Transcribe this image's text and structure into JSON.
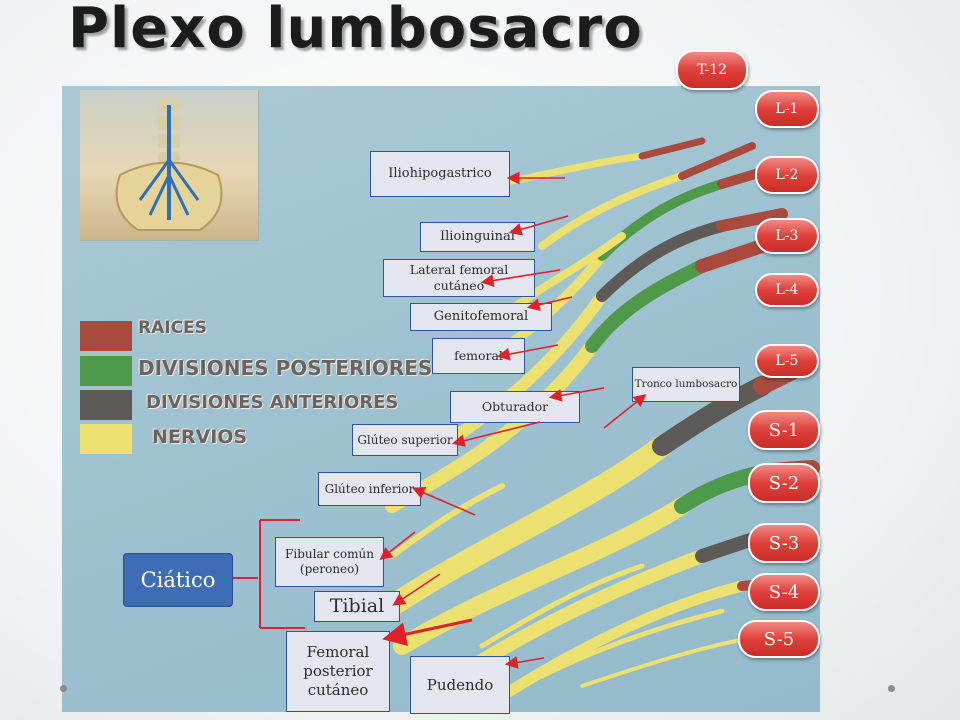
{
  "title": "Plexo lumbosacro",
  "legend": [
    {
      "label": "RAICES",
      "color": "#a84a3e"
    },
    {
      "label": "DIVISIONES POSTERIORES",
      "color": "#4f9a4a"
    },
    {
      "label": "DIVISIONES ANTERIORES",
      "color": "#5d5a58"
    },
    {
      "label": "NERVIOS",
      "color": "#ece070"
    }
  ],
  "roots": [
    "T-12",
    "L-1",
    "L-2",
    "L-3",
    "L-4",
    "L-5",
    "S-1",
    "S-2",
    "S-3",
    "S-4",
    "S-5"
  ],
  "nerves": {
    "iliohipogastrico": "Iliohipogastrico",
    "ilioinguinal": "Ilioinguinal",
    "lateral_femoral": "Lateral femoral cutáneo",
    "genitofemoral": "Genitofemoral",
    "femoral": "femoral",
    "tronco": "Tronco lumbosacro",
    "obturador": "Obturador",
    "gluteo_superior": "Glúteo superior",
    "gluteo_inferior": "Glúteo inferior",
    "fibular": "Fibular común (peroneo)",
    "ciatico": "Ciático",
    "tibial": "Tibial",
    "femoral_posterior": "Femoral posterior cutáneo",
    "pudendo": "Pudendo"
  },
  "colors": {
    "root": "#a84a3e",
    "posterior": "#4f9a4a",
    "anterior": "#5d5a58",
    "nerve": "#ece070",
    "pill": "#e0403a",
    "box_border": "#2f5597",
    "arrow": "#e0202a"
  }
}
